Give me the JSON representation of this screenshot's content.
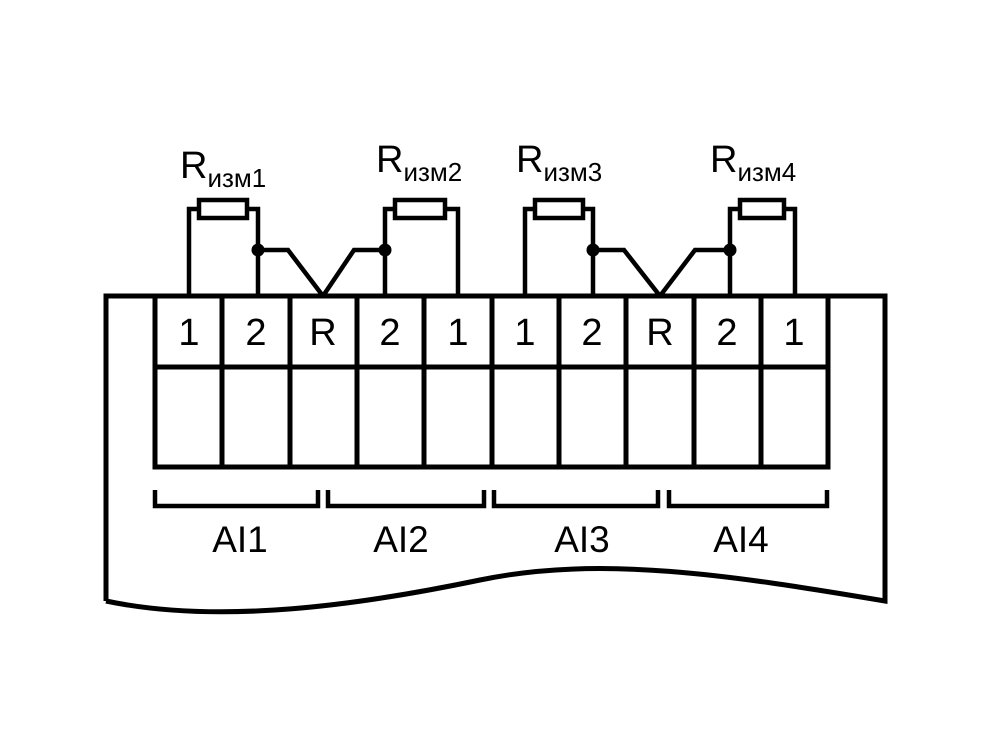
{
  "terminals": [
    "1",
    "2",
    "R",
    "2",
    "1",
    "1",
    "2",
    "R",
    "2",
    "1"
  ],
  "groups": [
    "AI1",
    "AI2",
    "AI3",
    "AI4"
  ],
  "resistors": [
    {
      "main": "R",
      "sub": "изм1"
    },
    {
      "main": "R",
      "sub": "изм2"
    },
    {
      "main": "R",
      "sub": "изм3"
    },
    {
      "main": "R",
      "sub": "изм4"
    }
  ],
  "colors": {
    "line": "#000000",
    "background": "#ffffff"
  }
}
